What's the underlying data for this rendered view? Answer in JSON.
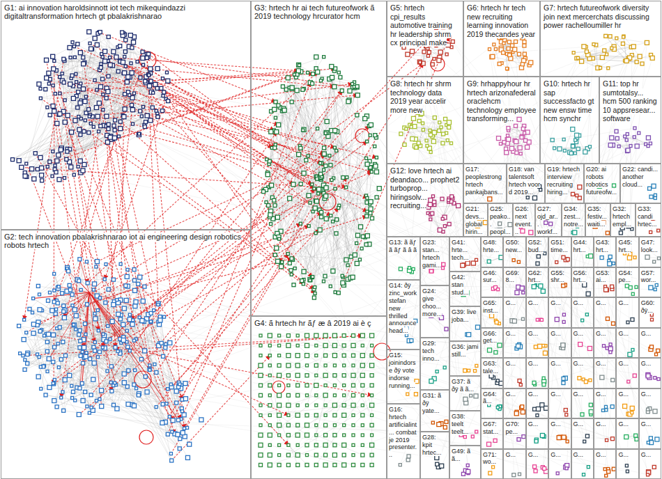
{
  "diagram": {
    "nodes": [
      {
        "text": [
          "G1: ai innovation haroldsinnott iot tech mikequindazzi digitaltransformation hrtech gt pbalakrishnarao"
        ]
      },
      {
        "text": [
          "G2: tech innovation pbalakrishnarao iot ai engineering design robotics robots hrtech"
        ]
      },
      {
        "text": [
          "G3: hrtech hr ai tech futureofwork ã 2019 technology hrcurator hcm"
        ]
      },
      {
        "text": [
          "G4: ã hrtech hr ãƒ æ â 2019 ai è ç"
        ]
      },
      {
        "text": [
          "G5: hrtech cpi_results automotive training hr leadership shrm cx principal make"
        ]
      },
      {
        "text": [
          "G6: hrtech hr tech new recruiting learning innovation 2019 thecandes year"
        ]
      },
      {
        "text": [
          "G7: hrtech futureofwork diversity join next mercerchats discussing power rachelloumiller hr"
        ]
      },
      {
        "text": [
          "G8: hrtech hr shrm technology data 2019 year accelir more new"
        ]
      },
      {
        "text": [
          "G9: hrhappyhour hr hrtech arizonafederal oraclehcm technology employee transforming..."
        ]
      },
      {
        "text": [
          "G10: hrtech hr sap successfacto gt new ensw time hcm synchr"
        ]
      },
      {
        "text": [
          "G11: top hr sumtotalsy... hcm 500 ranking 10 appsresear... software"
        ]
      },
      {
        "text": [
          "G12: love hrtech ai deandaco... prophet2 turboprop... hiringsolv... recruiting..."
        ]
      },
      {
        "text": [
          "G17: peoplestrong hrtech pankajbans..."
        ]
      },
      {
        "text": [
          "G18: van talentsoft hrtech voor d 2019..."
        ]
      },
      {
        "text": [
          "G19: hrtech interview recruiting hiring..."
        ]
      },
      {
        "text": [
          "G20: ai robots robotics futureofw..."
        ]
      },
      {
        "text": [
          "G22: candi... another cloud..."
        ]
      },
      {
        "text": [
          "G21: devs... global hirin..."
        ]
      },
      {
        "text": [
          "G25: peako... peopl..."
        ]
      },
      {
        "text": [
          "G26: next event..."
        ]
      },
      {
        "text": [
          "G27: ojd_ar... workf..."
        ]
      },
      {
        "text": [
          "G34: zest... notre..."
        ]
      },
      {
        "text": [
          "G35: festiv... waiti..."
        ]
      },
      {
        "text": [
          "G32: hrtech empl..."
        ]
      },
      {
        "text": [
          "G33: candi hrtec..."
        ]
      },
      {
        "text": [
          "G13: ã ãƒ ã ãƒ ã â ã"
        ]
      },
      {
        "text": [
          "G14: ðÿ zinc_work stefan new thrilled announce head..."
        ]
      },
      {
        "text": [
          "G15: joinindorse ðÿ vote indorse running..."
        ]
      },
      {
        "text": [
          "G16: hrtech artificialint... combat je 2019 presenter..."
        ]
      },
      {
        "text": [
          "G23: stan... hrtech gami..."
        ]
      },
      {
        "text": [
          "G24: give choo... more..."
        ]
      },
      {
        "text": [
          "G29: tech inno..."
        ]
      },
      {
        "text": [
          "G31: ã ðÿ yate..."
        ]
      },
      {
        "text": [
          "G28: kpit hrtec..."
        ]
      },
      {
        "text": [
          "G41: hrte... tech..."
        ]
      },
      {
        "text": [
          "G42: stan stud..."
        ]
      },
      {
        "text": [
          "G39: live joba..."
        ]
      },
      {
        "text": [
          "G36: jami still..."
        ]
      },
      {
        "text": [
          "G37: ã ðÿ ã ã..."
        ]
      },
      {
        "text": [
          "G38: teelt teelt..."
        ]
      },
      {
        "text": [
          "G49: ã ã..."
        ]
      },
      {
        "text": [
          "G48: hrte..."
        ]
      },
      {
        "text": [
          "G50: new..."
        ]
      },
      {
        "text": [
          "G52: bud..."
        ]
      },
      {
        "text": [
          "G51: time..."
        ]
      },
      {
        "text": [
          "G44: hrt..."
        ]
      },
      {
        "text": [
          "G43: hrt..."
        ]
      },
      {
        "text": [
          "G45: hrt..."
        ]
      },
      {
        "text": [
          "G47: look..."
        ]
      },
      {
        "text": [
          "G46: sur..."
        ]
      },
      {
        "text": [
          "G69: 8..."
        ]
      },
      {
        "text": [
          "G62: hrt..."
        ]
      },
      {
        "text": [
          "G55: shr..."
        ]
      },
      {
        "text": [
          "G56: hrt..."
        ]
      },
      {
        "text": [
          "G53: ai..."
        ]
      },
      {
        "text": [
          "G54: pe..."
        ]
      },
      {
        "text": [
          "G57: wor..."
        ]
      },
      {
        "text": [
          "G65: inst..."
        ]
      },
      {
        "text": [
          "G..."
        ]
      },
      {
        "text": [
          "G..."
        ]
      },
      {
        "text": [
          "G..."
        ]
      },
      {
        "text": [
          "G..."
        ]
      },
      {
        "text": [
          "G..."
        ]
      },
      {
        "text": [
          "G..."
        ]
      },
      {
        "text": [
          "G60: ðÿ..."
        ]
      },
      {
        "text": [
          "G66: get..."
        ]
      },
      {
        "text": [
          "G..."
        ]
      },
      {
        "text": [
          "G..."
        ]
      },
      {
        "text": [
          "G..."
        ]
      },
      {
        "text": [
          "G..."
        ]
      },
      {
        "text": [
          "G..."
        ]
      },
      {
        "text": [
          "G..."
        ]
      },
      {
        "text": [
          "G..."
        ]
      },
      {
        "text": [
          "G63: tale..."
        ]
      },
      {
        "text": [
          "G..."
        ]
      },
      {
        "text": [
          "G..."
        ]
      },
      {
        "text": [
          "G..."
        ]
      },
      {
        "text": [
          "G..."
        ]
      },
      {
        "text": [
          "G..."
        ]
      },
      {
        "text": [
          "G..."
        ]
      },
      {
        "text": [
          "G..."
        ]
      },
      {
        "text": [
          "G64: ã..."
        ]
      },
      {
        "text": [
          "G..."
        ]
      },
      {
        "text": [
          "G..."
        ]
      },
      {
        "text": [
          "G..."
        ]
      },
      {
        "text": [
          "G..."
        ]
      },
      {
        "text": [
          "G..."
        ]
      },
      {
        "text": [
          "G..."
        ]
      },
      {
        "text": [
          "G..."
        ]
      },
      {
        "text": [
          "G67: stat..."
        ]
      },
      {
        "text": [
          "G70: pe..."
        ]
      },
      {
        "text": [
          "G..."
        ]
      },
      {
        "text": [
          "G..."
        ]
      },
      {
        "text": [
          "G..."
        ]
      },
      {
        "text": [
          "G..."
        ]
      },
      {
        "text": [
          "G..."
        ]
      },
      {
        "text": [
          "G..."
        ]
      },
      {
        "text": [
          "G71: wo..."
        ]
      },
      {
        "text": [
          "G..."
        ]
      },
      {
        "text": [
          "G..."
        ]
      },
      {
        "text": [
          "G..."
        ]
      },
      {
        "text": [
          "G..."
        ]
      },
      {
        "text": [
          "G..."
        ]
      },
      {
        "text": [
          "G..."
        ]
      },
      {
        "text": [
          "G..."
        ]
      }
    ]
  }
}
